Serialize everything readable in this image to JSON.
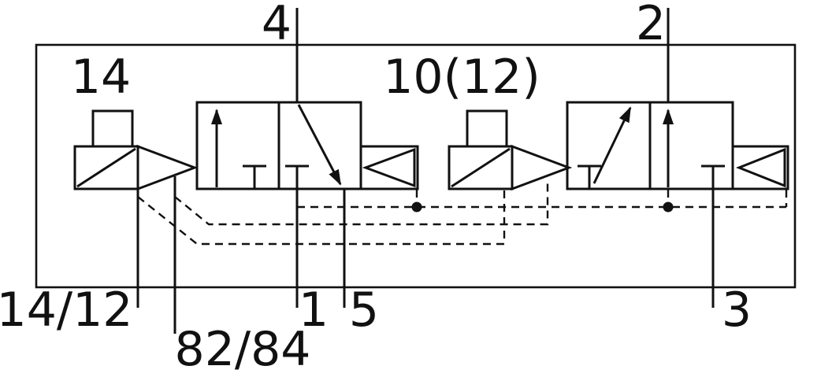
{
  "schematic": {
    "description": "dual 3/2-way solenoid pilot valve pneumatic circuit symbol",
    "labels": {
      "port_4": "4",
      "port_2": "2",
      "pilot_14": "14",
      "pilot_10_12": "10(12)",
      "port_14_12": "14/12",
      "port_82_84": "82/84",
      "port_1": "1",
      "port_5": "5",
      "port_3": "3"
    },
    "colors": {
      "line": "#111111",
      "background": "#ffffff"
    }
  }
}
